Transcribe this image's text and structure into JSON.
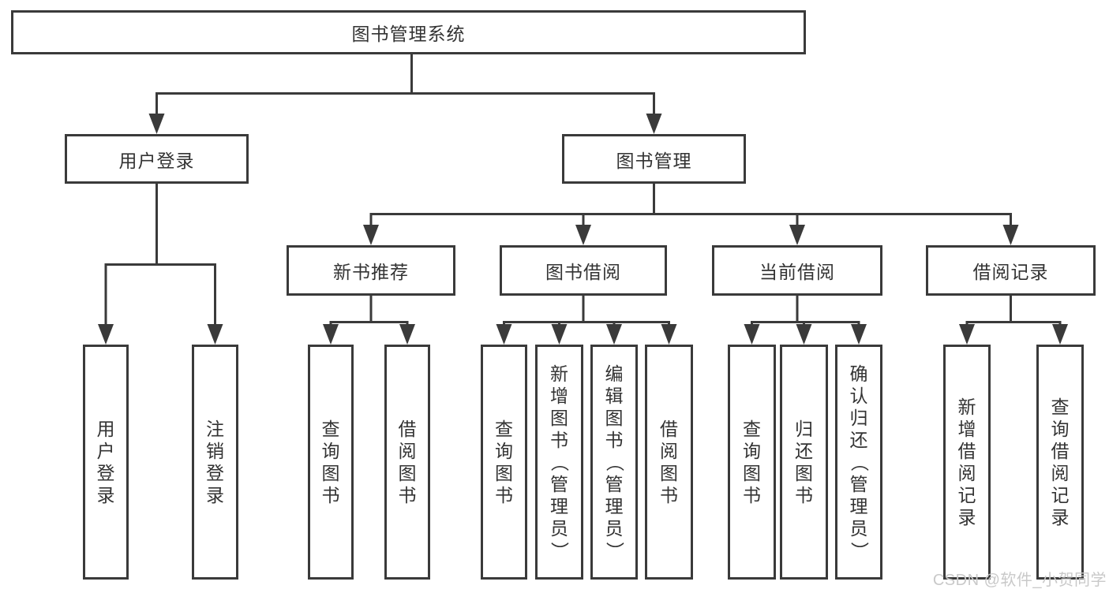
{
  "diagram": {
    "type": "tree-hierarchy",
    "title": "图书管理系统",
    "watermark": "CSDN @软件_小贺同学",
    "colors": {
      "line": "#3a3a3a",
      "border": "#3a3a3a",
      "text": "#333333",
      "background": "#ffffff",
      "watermark": "#c9c9c9"
    },
    "nodes": {
      "root": "图书管理系统",
      "user_login": "用户登录",
      "book_mgmt": "图书管理",
      "new_book_rec": "新书推荐",
      "book_borrow": "图书借阅",
      "current_borrow": "当前借阅",
      "borrow_record": "借阅记录",
      "leaf_user_login": "用户登录",
      "leaf_logout": "注销登录",
      "leaf_nbr_query_book": "查询图书",
      "leaf_nbr_borrow_book": "借阅图书",
      "leaf_bb_query_book": "查询图书",
      "leaf_bb_add_book": "新增图书（管理员）",
      "leaf_bb_edit_book": "编辑图书（管理员）",
      "leaf_bb_borrow_book": "借阅图书",
      "leaf_cb_query_book": "查询图书",
      "leaf_cb_return_book": "归还图书",
      "leaf_cb_confirm_return": "确认归还（管理员）",
      "leaf_br_add_record": "新增借阅记录",
      "leaf_br_query_record": "查询借阅记录"
    },
    "hierarchy": {
      "图书管理系统": {
        "用户登录": [
          "用户登录",
          "注销登录"
        ],
        "图书管理": {
          "新书推荐": [
            "查询图书",
            "借阅图书"
          ],
          "图书借阅": [
            "查询图书",
            "新增图书（管理员）",
            "编辑图书（管理员）",
            "借阅图书"
          ],
          "当前借阅": [
            "查询图书",
            "归还图书",
            "确认归还（管理员）"
          ],
          "借阅记录": [
            "新增借阅记录",
            "查询借阅记录"
          ]
        }
      }
    }
  }
}
